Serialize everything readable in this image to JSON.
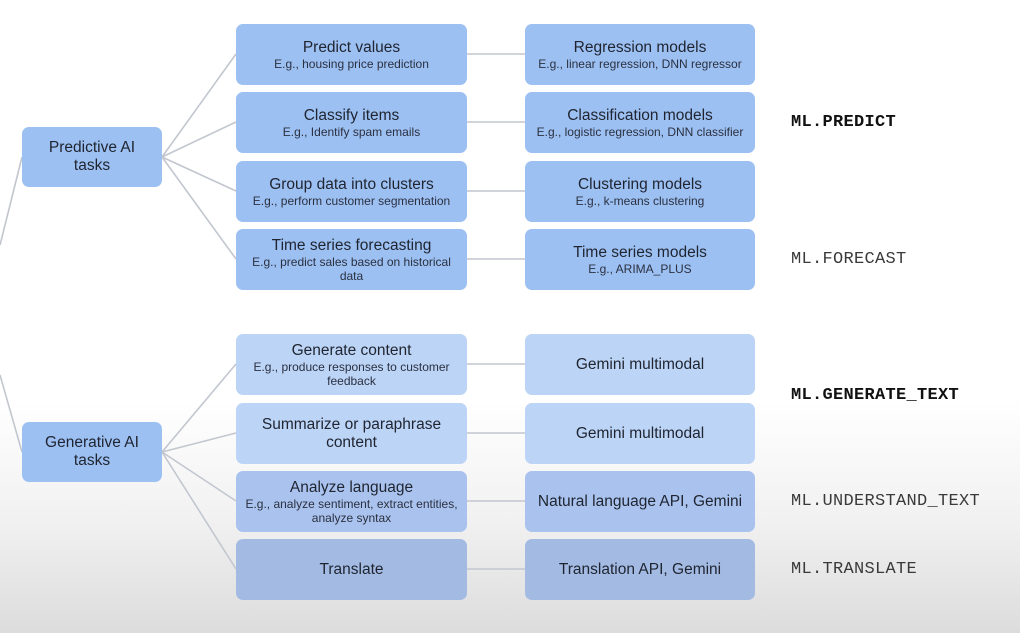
{
  "categories": [
    {
      "label": "Predictive AI tasks"
    },
    {
      "label": "Generative AI tasks"
    }
  ],
  "predictive": {
    "tasks": [
      {
        "title": "Predict values",
        "example": "E.g., housing price prediction"
      },
      {
        "title": "Classify items",
        "example": "E.g., Identify spam emails"
      },
      {
        "title": "Group data into clusters",
        "example": "E.g., perform customer segmentation"
      },
      {
        "title": "Time series forecasting",
        "example": "E.g., predict sales based on historical data"
      }
    ],
    "models": [
      {
        "title": "Regression models",
        "example": "E.g., linear regression, DNN regressor"
      },
      {
        "title": "Classification models",
        "example": "E.g., logistic regression, DNN classifier"
      },
      {
        "title": "Clustering models",
        "example": "E.g., k-means clustering"
      },
      {
        "title": "Time series models",
        "example": "E.g., ARIMA_PLUS"
      }
    ]
  },
  "generative": {
    "tasks": [
      {
        "title": "Generate content",
        "example": "E.g., produce responses to customer feedback"
      },
      {
        "title": "Summarize or paraphrase content",
        "example": ""
      },
      {
        "title": "Analyze language",
        "example": "E.g., analyze sentiment, extract entities, analyze syntax"
      },
      {
        "title": "Translate",
        "example": ""
      }
    ],
    "models": [
      {
        "title": "Gemini multimodal"
      },
      {
        "title": "Gemini multimodal"
      },
      {
        "title": "Natural language API, Gemini"
      },
      {
        "title": "Translation API, Gemini"
      }
    ]
  },
  "functions": {
    "predict": "ML.PREDICT",
    "forecast": "ML.FORECAST",
    "generate_text": "ML.GENERATE_TEXT",
    "understand_text": "ML.UNDERSTAND_TEXT",
    "translate": "ML.TRANSLATE"
  }
}
